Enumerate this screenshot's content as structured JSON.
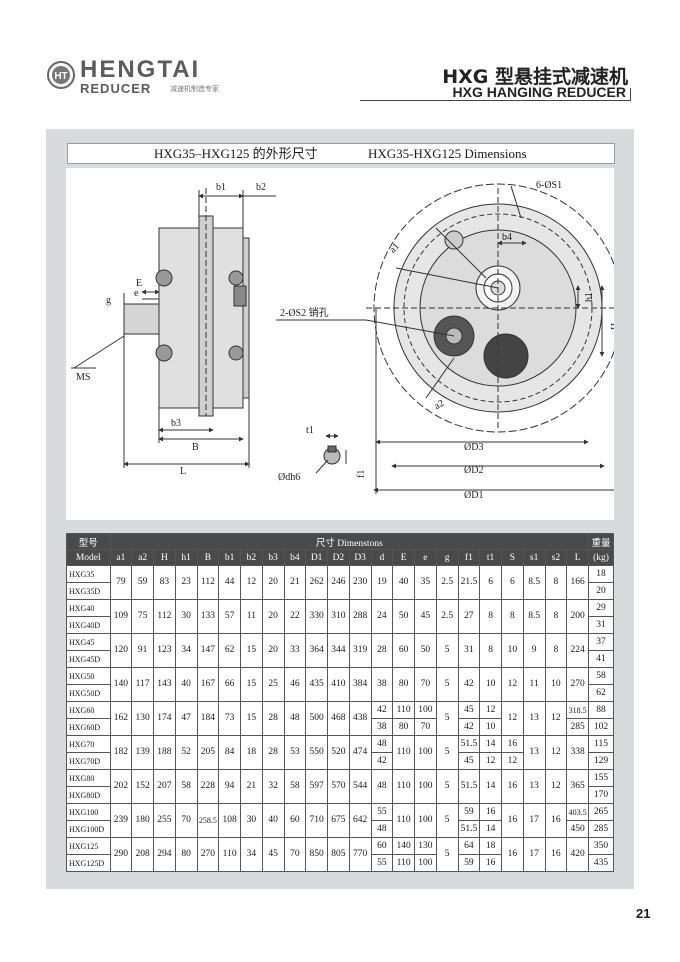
{
  "header": {
    "brand": "HENGTAI",
    "brand_line2": "REDUCER",
    "brand_sub": "减速机制造专家",
    "logo_mark": "HT",
    "title_cn": "HXG 型悬挂式减速机",
    "title_en": "HXG HANGING REDUCER"
  },
  "subtitle": {
    "cn": "HXG35–HXG125 的外形尺寸",
    "en": "HXG35-HXG125 Dimensions"
  },
  "drawing_labels": {
    "b1": "b1",
    "b2": "b2",
    "g": "g",
    "e": "e",
    "E": "E",
    "MS": "MS",
    "b3": "b3",
    "B": "B",
    "L": "L",
    "t1": "t1",
    "dh6": "Ødh6",
    "f1": "f1",
    "S1": "6-ØS1",
    "a1": "a1",
    "b4": "b4",
    "h1": "h1",
    "H": "H",
    "S2": "2-ØS2 销孔",
    "a2": "a2",
    "D3": "ØD3",
    "D2": "ØD2",
    "D1": "ØD1"
  },
  "table": {
    "h_model_cn": "型号",
    "h_model_en": "Model",
    "h_dims": "尺寸 Dimenstons",
    "h_weight_cn": "重量",
    "h_weight_en": "(kg)",
    "cols": [
      "a1",
      "a2",
      "H",
      "h1",
      "B",
      "b1",
      "b2",
      "b3",
      "b4",
      "D1",
      "D2",
      "D3",
      "d",
      "E",
      "e",
      "g",
      "f1",
      "t1",
      "S",
      "s1",
      "s2",
      "L"
    ],
    "groups": [
      {
        "models": [
          "HXG35",
          "HXG35D"
        ],
        "vals": [
          "79",
          "59",
          "83",
          "23",
          "112",
          "44",
          "12",
          "20",
          "21",
          "262",
          "246",
          "230",
          "19",
          "40",
          "35",
          "2.5",
          "21.5",
          "6",
          "6",
          "8.5",
          "8",
          "166"
        ],
        "w": [
          "18",
          "20"
        ]
      },
      {
        "models": [
          "HXG40",
          "HXG40D"
        ],
        "vals": [
          "109",
          "75",
          "112",
          "30",
          "133",
          "57",
          "11",
          "20",
          "22",
          "330",
          "310",
          "288",
          "24",
          "50",
          "45",
          "2.5",
          "27",
          "8",
          "8",
          "8.5",
          "8",
          "200"
        ],
        "w": [
          "29",
          "31"
        ]
      },
      {
        "models": [
          "HXG45",
          "HXG45D"
        ],
        "vals": [
          "120",
          "91",
          "123",
          "34",
          "147",
          "62",
          "15",
          "20",
          "33",
          "364",
          "344",
          "319",
          "28",
          "60",
          "50",
          "5",
          "31",
          "8",
          "10",
          "9",
          "8",
          "224"
        ],
        "w": [
          "37",
          "41"
        ]
      },
      {
        "models": [
          "HXG50",
          "HXG50D"
        ],
        "vals": [
          "140",
          "117",
          "143",
          "40",
          "167",
          "66",
          "15",
          "25",
          "46",
          "435",
          "410",
          "384",
          "38",
          "80",
          "70",
          "5",
          "42",
          "10",
          "12",
          "11",
          "10",
          "270"
        ],
        "w": [
          "58",
          "62"
        ]
      },
      {
        "models": [
          "HXG60",
          "HXG60D"
        ],
        "vals": [
          "162",
          "130",
          "174",
          "47",
          "184",
          "73",
          "15",
          "28",
          "48",
          "500",
          "468",
          "438"
        ],
        "split": {
          "d": [
            "42",
            "38"
          ],
          "E": [
            "110",
            "80"
          ],
          "e": [
            "100",
            "70"
          ],
          "g": "5",
          "f1": [
            "45",
            "42"
          ],
          "t1": [
            "12",
            "10"
          ],
          "S": "12",
          "s1": "13",
          "s2": "12",
          "L": [
            "318.5",
            "285"
          ]
        },
        "w": [
          "88",
          "102"
        ]
      },
      {
        "models": [
          "HXG70",
          "HXG70D"
        ],
        "vals": [
          "182",
          "139",
          "188",
          "52",
          "205",
          "84",
          "18",
          "28",
          "53",
          "550",
          "520",
          "474"
        ],
        "split": {
          "d": [
            "48",
            "42"
          ],
          "E": "110",
          "e": "100",
          "g": "5",
          "f1": [
            "51.5",
            "45"
          ],
          "t1": [
            "14",
            "12"
          ],
          "S": [
            "16",
            "12"
          ],
          "s1": "13",
          "s2": "12",
          "L": "338"
        },
        "w": [
          "115",
          "129"
        ]
      },
      {
        "models": [
          "HXG80",
          "HXG80D"
        ],
        "vals": [
          "202",
          "152",
          "207",
          "58",
          "228",
          "94",
          "21",
          "32",
          "58",
          "597",
          "570",
          "544",
          "48",
          "110",
          "100",
          "5",
          "51.5",
          "14",
          "16",
          "13",
          "12",
          "365"
        ],
        "w": [
          "155",
          "170"
        ]
      },
      {
        "models": [
          "HXG100",
          "HXG100D"
        ],
        "vals": [
          "239",
          "180",
          "255",
          "70",
          "258.5",
          "108",
          "30",
          "40",
          "60",
          "710",
          "675",
          "642"
        ],
        "split": {
          "d": [
            "55",
            "48"
          ],
          "E": "110",
          "e": "100",
          "g": "5",
          "f1": [
            "59",
            "51.5"
          ],
          "t1": [
            "16",
            "14"
          ],
          "S": "16",
          "s1": "17",
          "s2": "16",
          "L": [
            "403.5",
            "450"
          ]
        },
        "w": [
          "265",
          "285"
        ]
      },
      {
        "models": [
          "HXG125",
          "HXG125D"
        ],
        "vals": [
          "290",
          "208",
          "294",
          "80",
          "270",
          "110",
          "34",
          "45",
          "70",
          "850",
          "805",
          "770"
        ],
        "split": {
          "d": [
            "60",
            "55"
          ],
          "E": [
            "140",
            "110"
          ],
          "e": [
            "130",
            "100"
          ],
          "g": "5",
          "f1": [
            "64",
            "59"
          ],
          "t1": [
            "18",
            "16"
          ],
          "S": "16",
          "s1": "17",
          "s2": "16",
          "L": "420"
        },
        "w": [
          "350",
          "435"
        ]
      }
    ]
  },
  "page_number": "21"
}
